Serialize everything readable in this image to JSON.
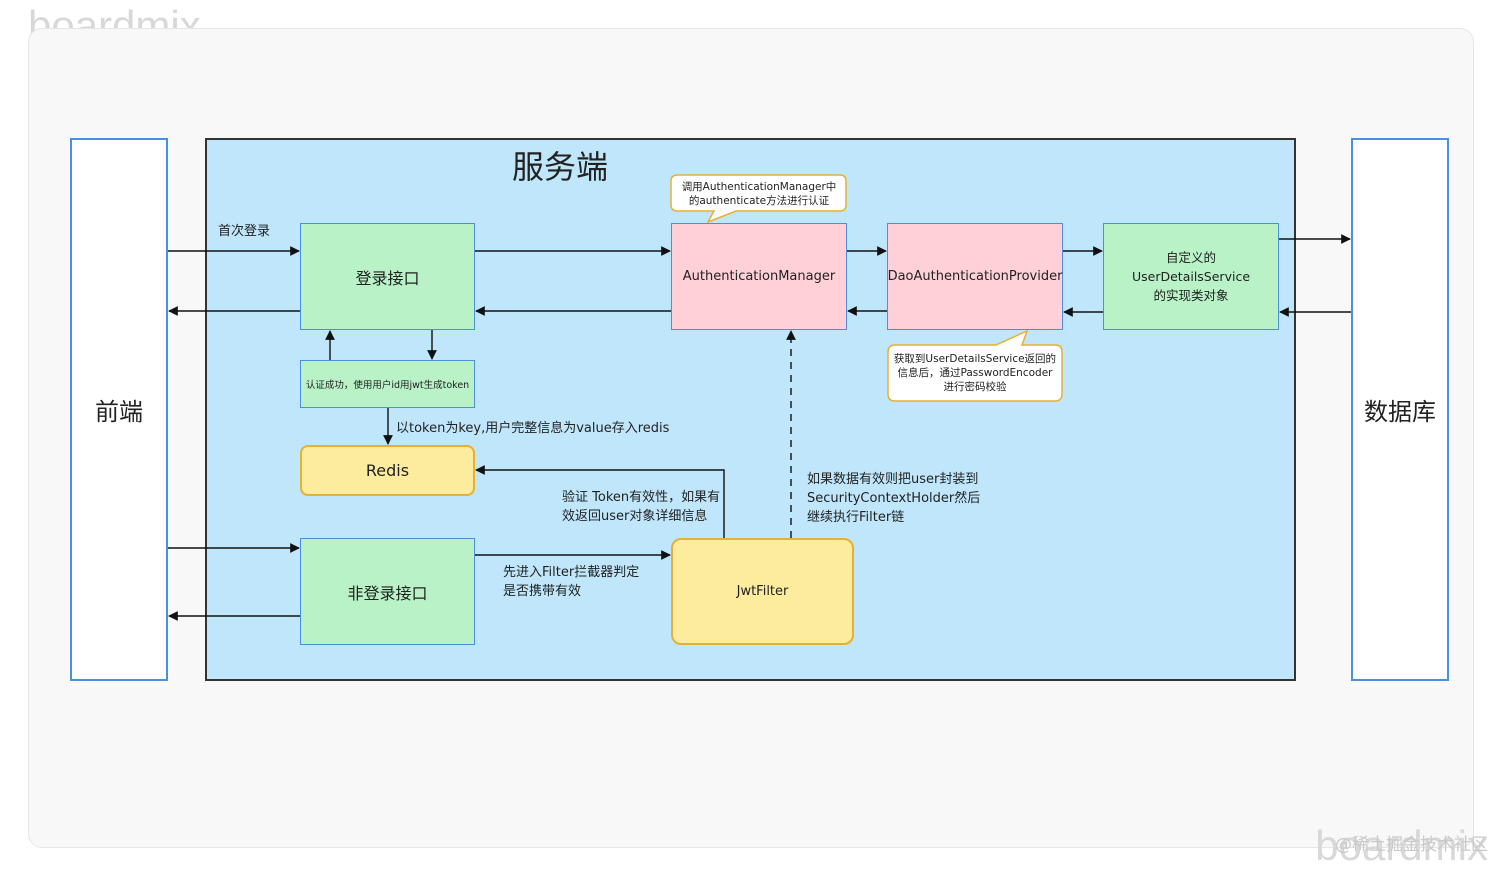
{
  "watermark": {
    "top": "boardmix",
    "bottom": "boardmix",
    "site": "@稀土掘金技术社区"
  },
  "diagram": {
    "title": "服务端",
    "frontend": "前端",
    "database": "数据库",
    "nodes": {
      "login": "登录接口",
      "auth_success": "认证成功，使用用户id用jwt生成token",
      "redis": "Redis",
      "nonlogin": "非登录接口",
      "auth_manager": "AuthenticationManager",
      "dao_provider": "DaoAuthenticationProvider",
      "user_details": [
        "自定义的",
        "UserDetailsService",
        "的实现类对象"
      ],
      "jwt_filter": "JwtFilter"
    },
    "callouts": {
      "auth_manager_note": [
        "调用AuthenticationManager中",
        "的authenticate方法进行认证"
      ],
      "dao_note": [
        "获取到UserDetailsService返回的",
        "信息后，通过PasswordEncoder",
        "进行密码校验"
      ]
    },
    "labels": {
      "first_login": "首次登录",
      "token_redis": "以token为key,用户完整信息为value存入redis",
      "verify_token": [
        "验证 Token有效性，如果有",
        "效返回user对象详细信息"
      ],
      "filter_enter": [
        "先进入Filter拦截器判定",
        "是否携带有效"
      ],
      "valid_user": [
        "如果数据有效则把user封装到",
        "SecurityContextHolder然后",
        "继续执行Filter链"
      ]
    }
  }
}
